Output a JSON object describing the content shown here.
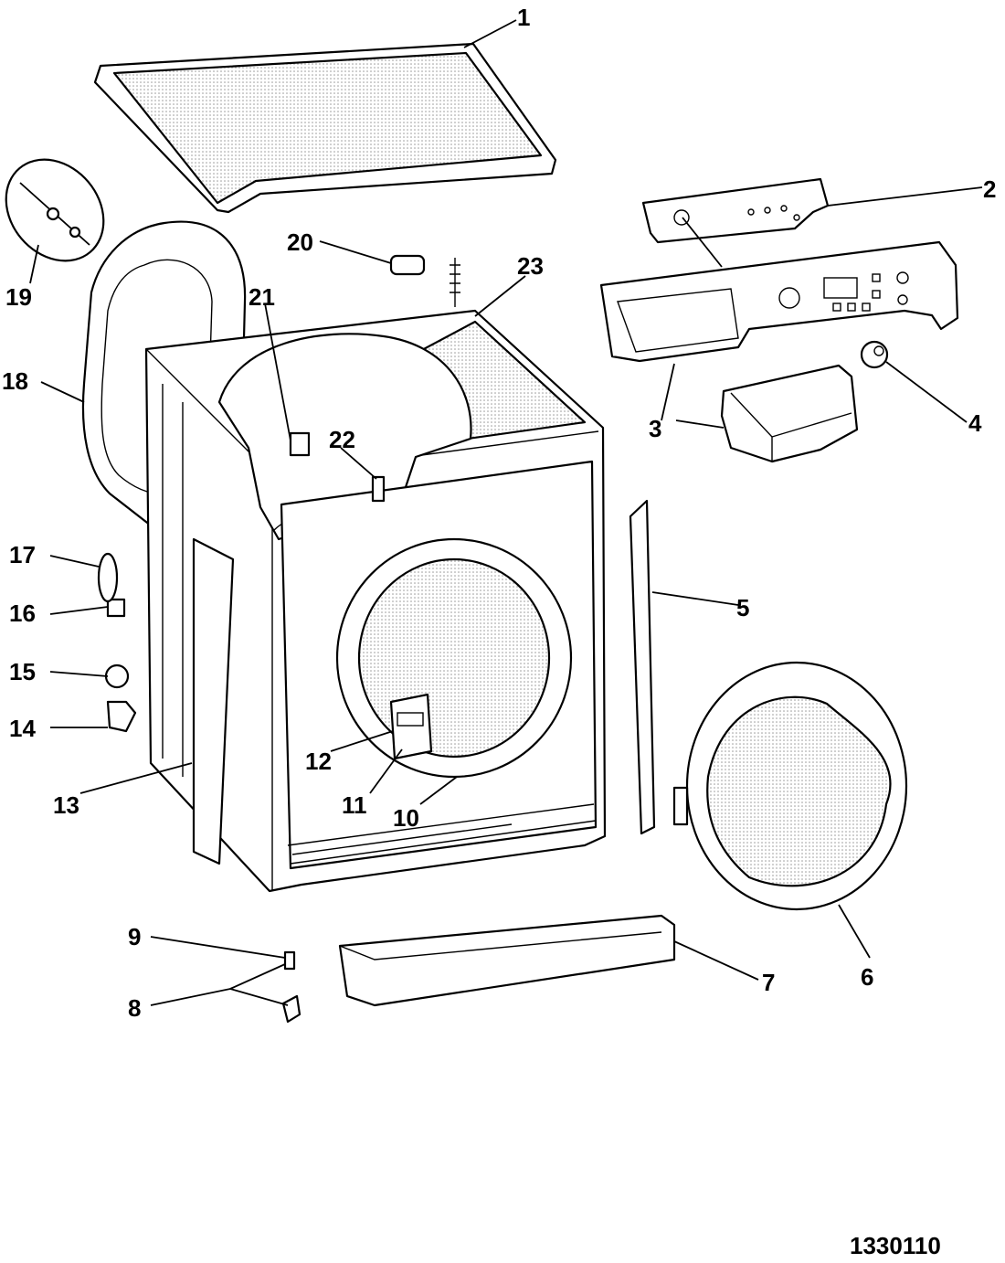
{
  "drawing_number": "1330110",
  "colors": {
    "line": "#000000",
    "background": "#ffffff",
    "hatch": "#e9e9e9"
  },
  "callouts": [
    "1",
    "2",
    "3",
    "3",
    "4",
    "5",
    "6",
    "7",
    "8",
    "9",
    "10",
    "11",
    "12",
    "13",
    "14",
    "15",
    "16",
    "17",
    "18",
    "19",
    "20",
    "21",
    "22",
    "23"
  ]
}
